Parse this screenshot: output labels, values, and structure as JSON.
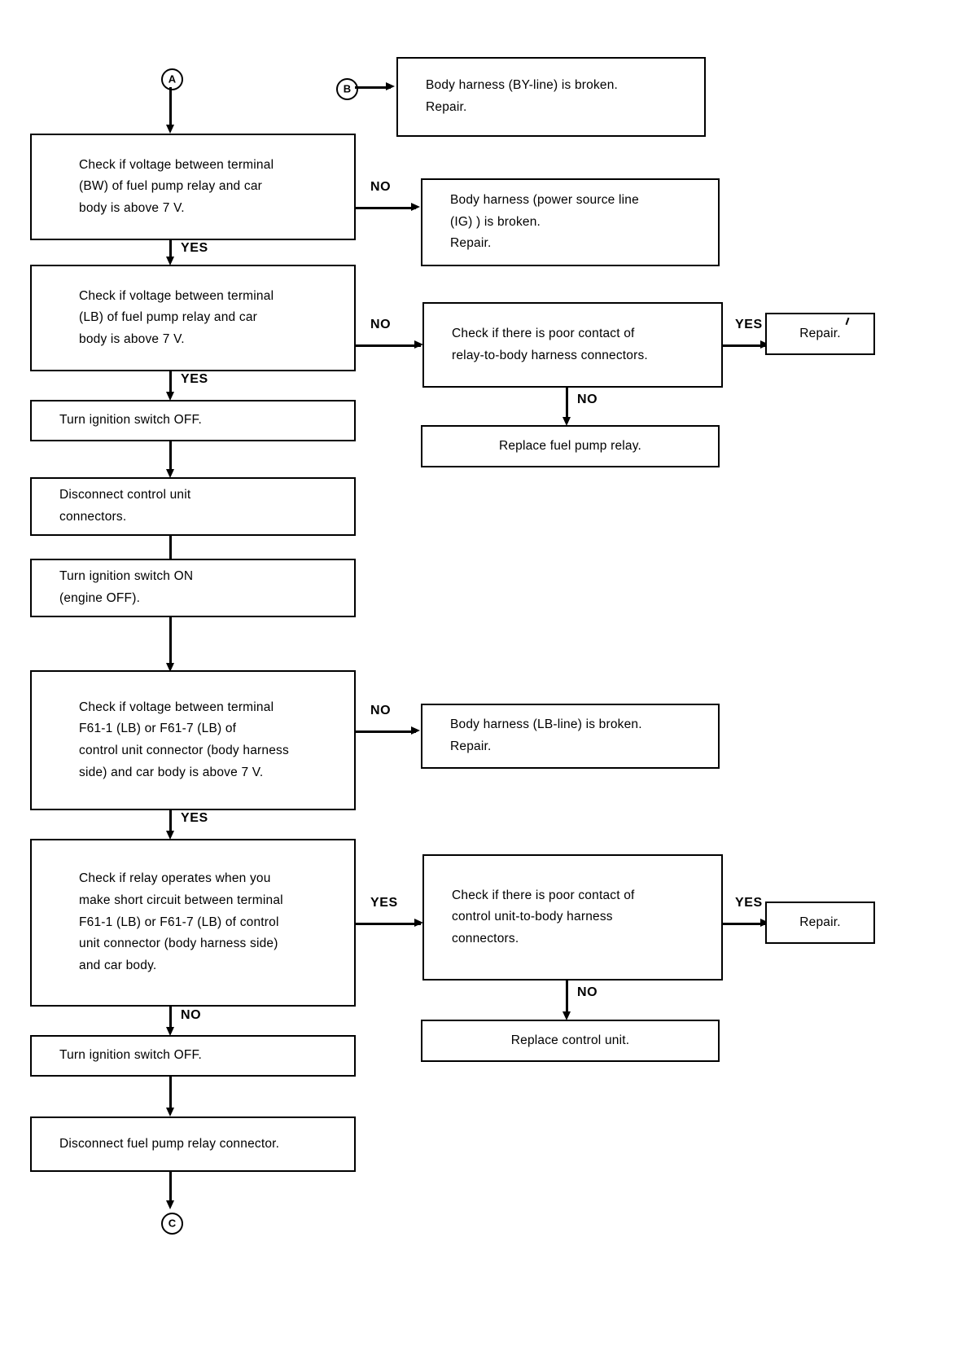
{
  "diagram": {
    "title": "Fuel pump relay / control unit circuit troubleshooting flowchart",
    "connectors": {
      "a": "A",
      "b": "B",
      "c": "C"
    },
    "labels": {
      "yes": "YES",
      "no": "NO"
    },
    "nodes": {
      "body_harness_by": "Body harness (BY-line) is broken.\nRepair.",
      "check_bw_voltage": "Check if voltage between terminal\n(BW) of fuel pump relay and car\nbody is above 7 V.",
      "body_harness_ig": "Body harness (power source line\n(IG) ) is broken.\nRepair.",
      "check_lb_voltage": "Check if voltage between terminal\n(LB) of fuel pump relay and car\nbody is above 7 V.",
      "check_relay_contact": "Check if there is poor contact of\nrelay-to-body harness connectors.",
      "repair_1": "Repair.",
      "replace_fuel_pump_relay": "Replace fuel pump relay.",
      "ignition_off_1": "Turn ignition switch OFF.",
      "disconnect_control_unit": "Disconnect control unit\nconnectors.",
      "ignition_on": "Turn ignition switch ON\n(engine OFF).",
      "check_f61_voltage": "Check if voltage between terminal\nF61-1 (LB) or F61-7 (LB) of\ncontrol unit connector (body harness\nside) and car body is above 7 V.",
      "body_harness_lb": "Body harness (LB-line) is broken.\nRepair.",
      "check_relay_short": "Check if relay operates when you\nmake short circuit between terminal\nF61-1 (LB) or F61-7 (LB) of control\nunit connector (body harness side)\nand car body.",
      "check_cu_contact": "Check if there is poor contact of\ncontrol unit-to-body harness\nconnectors.",
      "repair_2": "Repair.",
      "replace_control_unit": "Replace control unit.",
      "ignition_off_2": "Turn ignition switch OFF.",
      "disconnect_relay_connector": "Disconnect fuel pump relay connector."
    },
    "colors": {
      "ink": "#000000",
      "paper": "#ffffff"
    }
  }
}
